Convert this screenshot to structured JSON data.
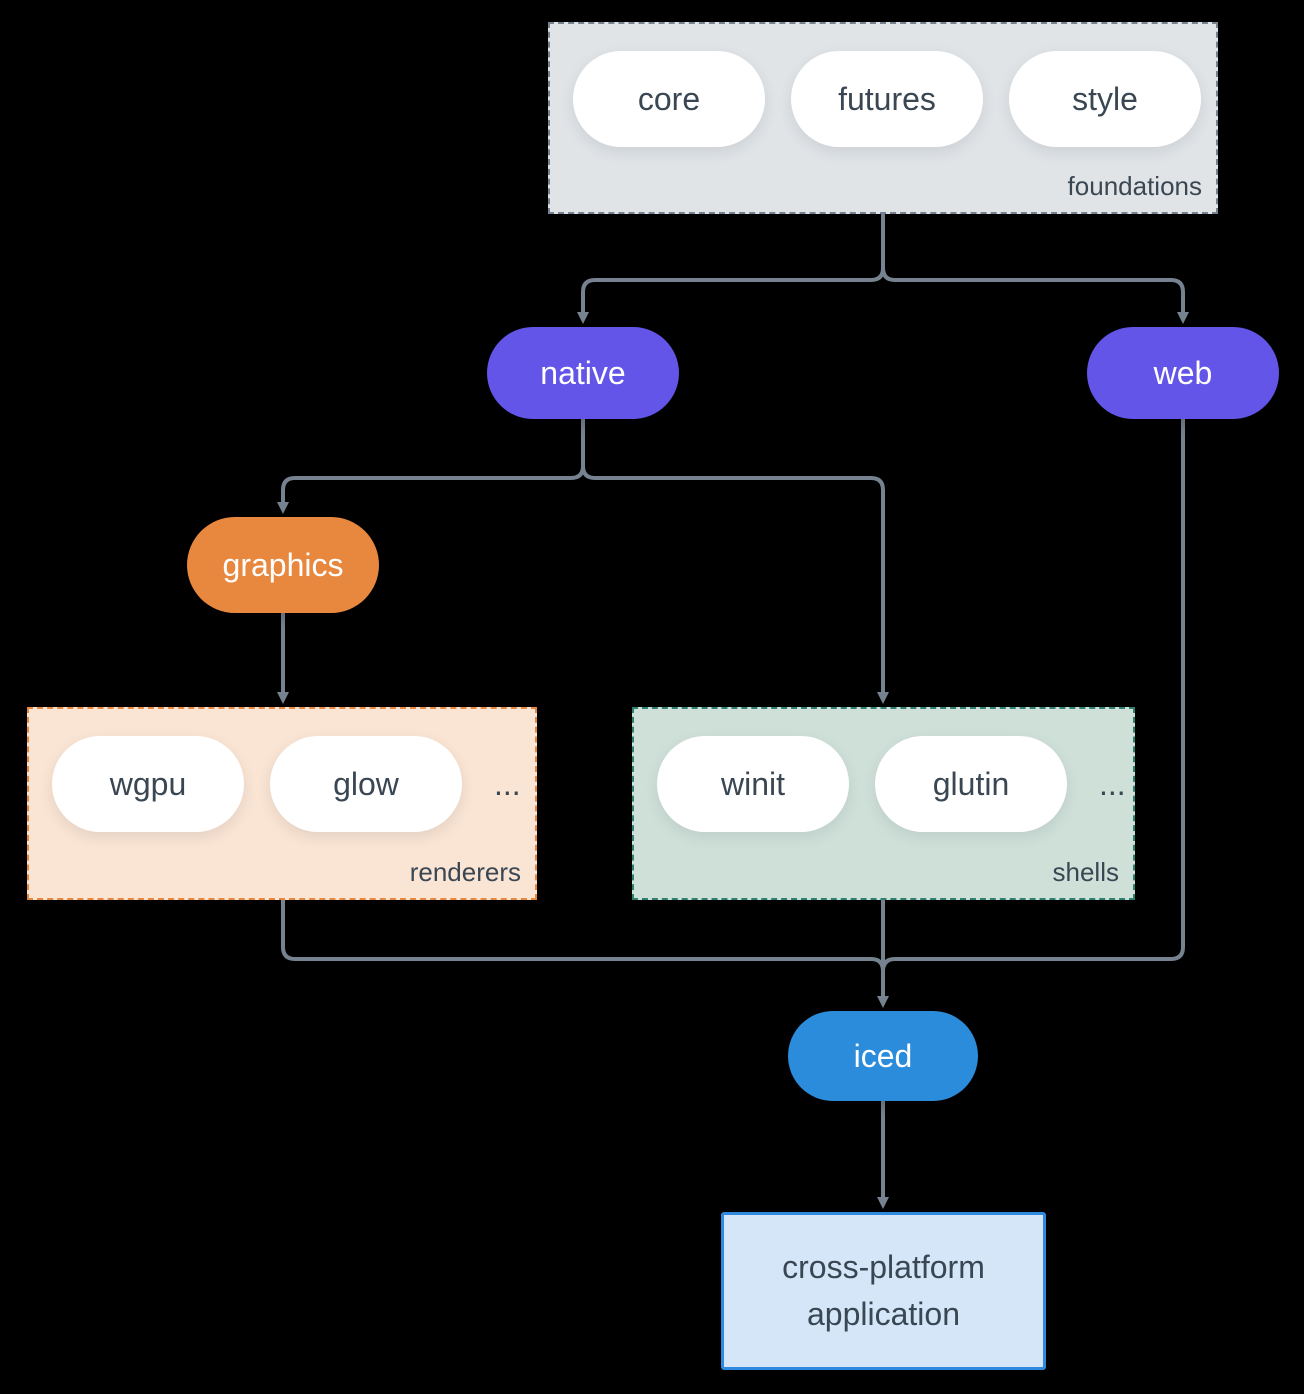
{
  "groups": {
    "foundations": {
      "label": "foundations",
      "pills": [
        "core",
        "futures",
        "style"
      ]
    },
    "renderers": {
      "label": "renderers",
      "pills": [
        "wgpu",
        "glow"
      ],
      "more": "..."
    },
    "shells": {
      "label": "shells",
      "pills": [
        "winit",
        "glutin"
      ],
      "more": "..."
    }
  },
  "nodes": {
    "native": {
      "label": "native"
    },
    "web": {
      "label": "web"
    },
    "graphics": {
      "label": "graphics"
    },
    "iced": {
      "label": "iced"
    },
    "application": {
      "lines": [
        "cross-platform",
        "application"
      ]
    }
  },
  "colors": {
    "background": "#000000",
    "arrow": "#76828f",
    "text_dark": "#3a4753",
    "pill_white": "#ffffff",
    "purple": "#6355e8",
    "orange": "#e8883e",
    "blue": "#2b8cdb",
    "foundations_fill": "#e0e4e7",
    "foundations_border": "#76828f",
    "renderers_fill": "#fae4d3",
    "renderers_border": "#e8883e",
    "shells_fill": "#cfe0d9",
    "shells_border": "#2e8170",
    "app_fill": "#d4e6f8",
    "app_border": "#2f8adf"
  }
}
